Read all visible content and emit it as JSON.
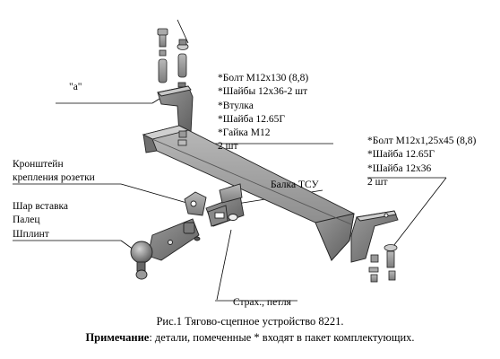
{
  "labels": {
    "a": "\"а\"",
    "kit1": [
      "*Болт М12х130 (8,8)",
      "*Шайбы 12х36-2 шт",
      "*Втулка",
      "*Шайба 12.65Г",
      "*Гайка М12",
      "2 шт"
    ],
    "kit2": [
      "*Болт М12х1,25х45 (8,8)",
      "*Шайба 12.65Г",
      "*Шайба 12х36",
      "2 шт"
    ],
    "bracket": [
      "Кронштейн",
      "крепления розетки"
    ],
    "ball": [
      "Шар вставка",
      "Палец",
      "Шплинт"
    ],
    "beam": "Балка ТСУ",
    "safety": "Страх., петля"
  },
  "caption": "Рис.1 Тягово-сцепное устройство 8221.",
  "note": {
    "bold": "Примечание",
    "rest": ": детали, помеченные * входят в пакет комплектующих."
  }
}
